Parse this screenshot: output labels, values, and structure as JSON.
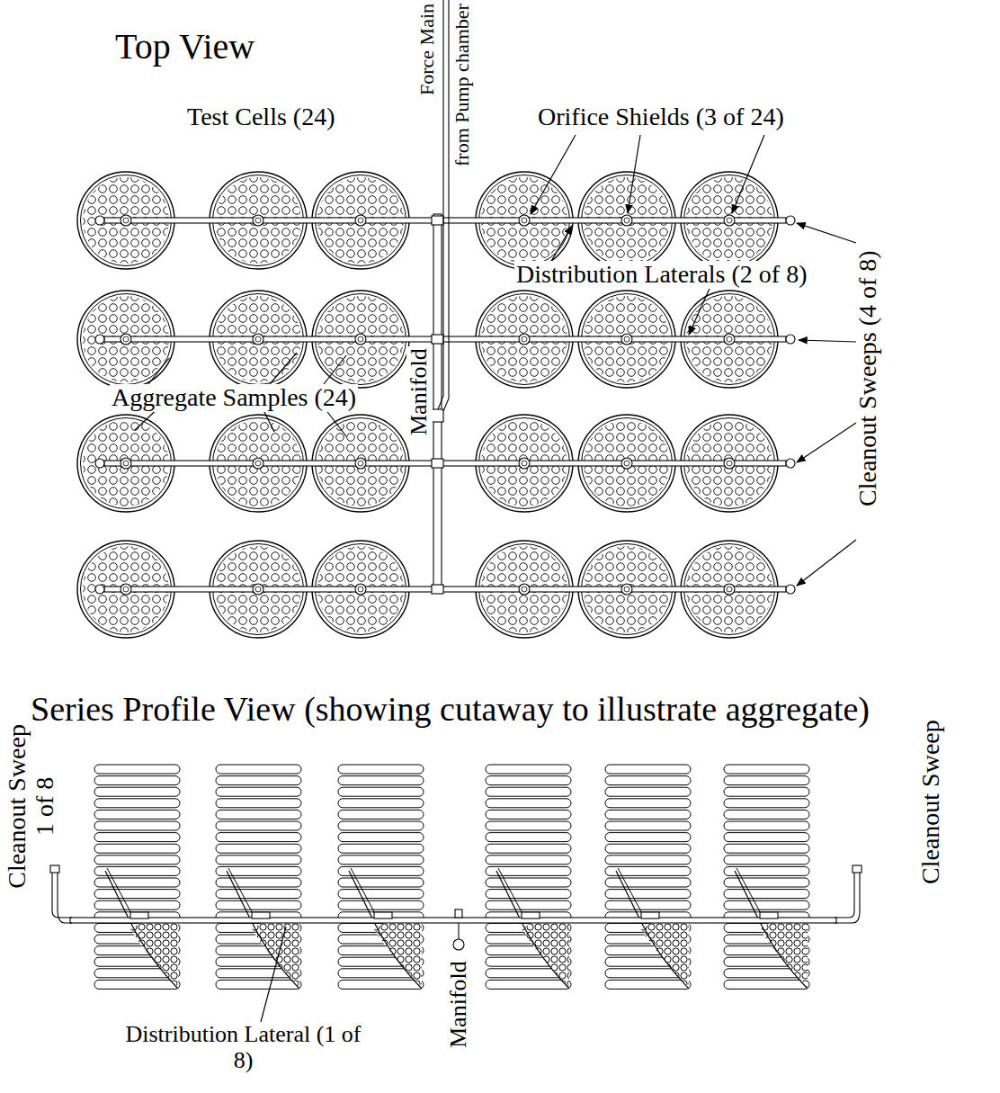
{
  "diagram": {
    "labels": [
      "Top View",
      "Force Main",
      "from Pump chamber",
      "Test Cells (24)",
      "Orifice Shields (3 of 24)",
      "Distribution Laterals (2 of 8)",
      "Cleanout Sweeps (4 of 8)",
      "Aggregate Samples (24)",
      "Manifold",
      "Series Profile View (showing cutaway to illustrate aggregate)",
      "Cleanout Sweep 1 of 8",
      "Cleanout Sweep",
      "Manifold",
      "Distribution Lateral (1 of 8)"
    ]
  }
}
